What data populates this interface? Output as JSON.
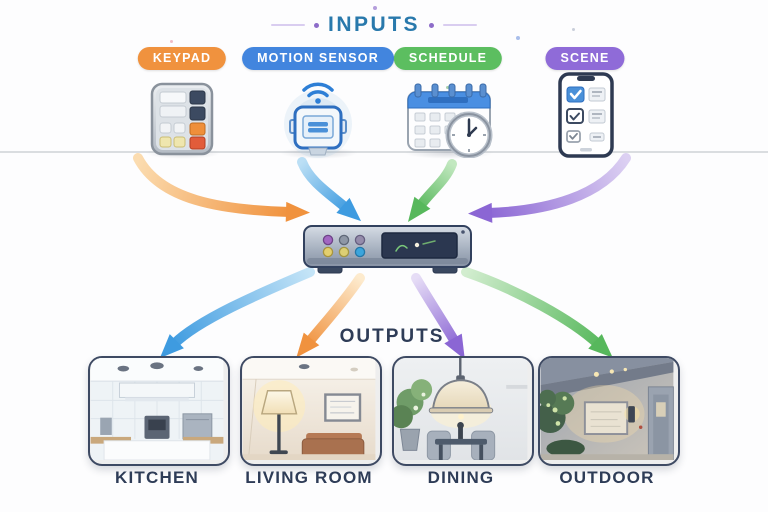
{
  "diagram": {
    "title": "INPUTS",
    "outputs_title": "OUTPUTS"
  },
  "inputs": [
    {
      "label": "KEYPAD",
      "badge_color": "#F0923E",
      "arrow_color": "#F0923E",
      "icon": "keypad-icon"
    },
    {
      "label": "MOTION SENSOR",
      "badge_color": "#4285DE",
      "arrow_color": "#3E9BE0",
      "icon": "motion-sensor-icon"
    },
    {
      "label": "SCHEDULE",
      "badge_color": "#5CBE60",
      "arrow_color": "#57B85C",
      "icon": "calendar-clock-icon"
    },
    {
      "label": "SCENE",
      "badge_color": "#8F6BD8",
      "arrow_color": "#8B66D4",
      "icon": "smartphone-checklist-icon"
    }
  ],
  "hub": {
    "icon": "control-hub-icon"
  },
  "outputs": [
    {
      "label": "KITCHEN",
      "arrow_color": "#3E9BE0",
      "icon": "kitchen-photo"
    },
    {
      "label": "LIVING ROOM",
      "arrow_color": "#F0923E",
      "icon": "living-room-photo"
    },
    {
      "label": "DINING",
      "arrow_color": "#8B66D4",
      "icon": "dining-photo"
    },
    {
      "label": "OUTDOOR",
      "arrow_color": "#57B85C",
      "icon": "outdoor-photo"
    }
  ],
  "colors": {
    "title_text": "#2979AC",
    "label_text": "#2E3C57",
    "ground_line": "#DADDE0"
  }
}
